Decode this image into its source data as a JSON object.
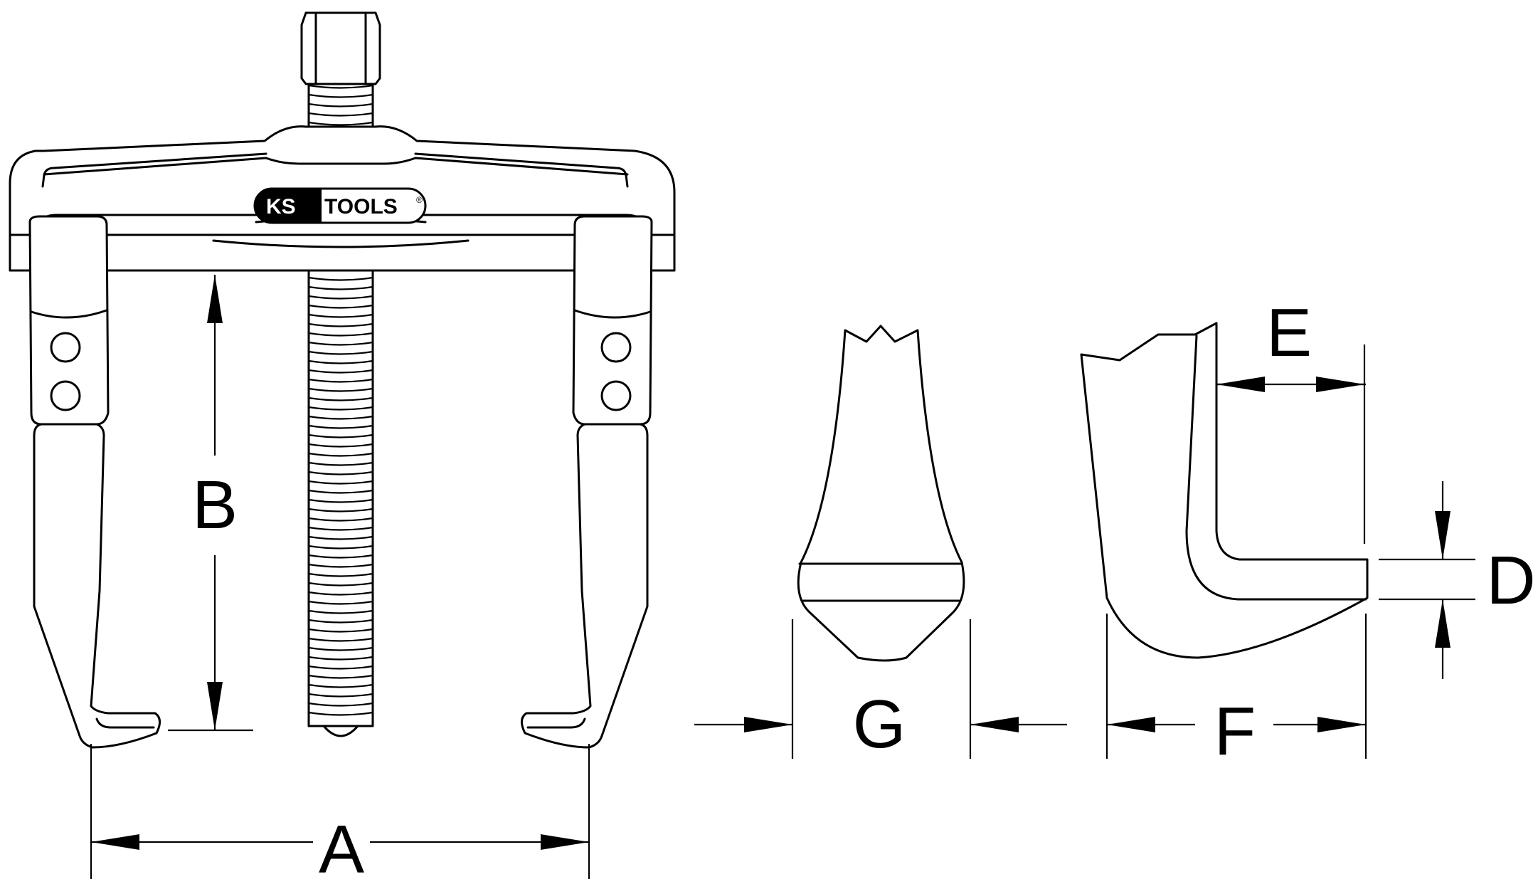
{
  "logo": {
    "brand": "KS TOOLS",
    "part1": "KS",
    "part2": "TOOLS",
    "registered": "®"
  },
  "dimensions": {
    "A": "A",
    "B": "B",
    "D": "D",
    "E": "E",
    "F": "F",
    "G": "G"
  }
}
